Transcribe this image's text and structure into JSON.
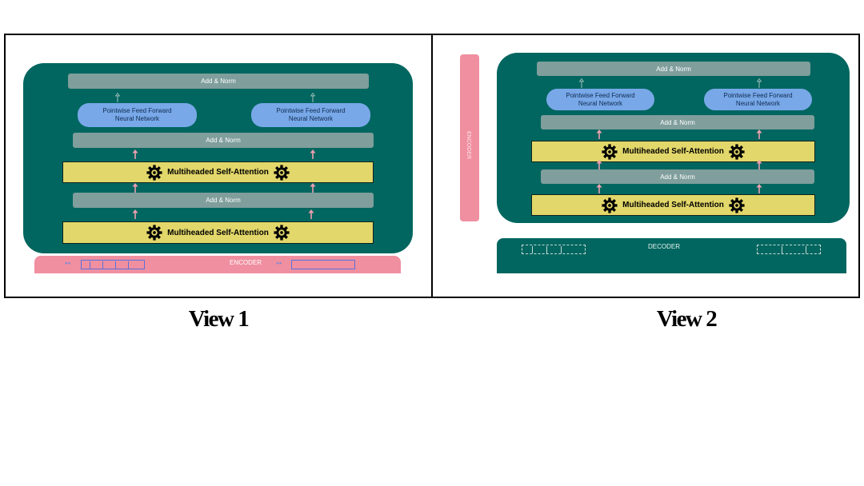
{
  "views": {
    "view1": {
      "caption": "View 1",
      "add_norm_top": "Add & Norm",
      "ffn_left": [
        "Pointwise Feed Forward",
        "Neural Network"
      ],
      "ffn_right": [
        "Pointwise Feed Forward",
        "Neural Network"
      ],
      "add_norm_mid": "Add & Norm",
      "attention_top": "Multiheaded Self-Attention",
      "add_norm_low": "Add & Norm",
      "attention_bottom": "Multiheaded Self-Attention",
      "encoder_label": "ENCODER"
    },
    "view2": {
      "caption": "View 2",
      "add_norm_top": "Add & Norm",
      "ffn_left": [
        "Pointwise Feed Forward",
        "Neural Network"
      ],
      "ffn_right": [
        "Pointwise Feed Forward",
        "Neural Network"
      ],
      "add_norm_mid": "Add & Norm",
      "attention_top": "Multiheaded Self-Attention",
      "add_norm_low": "Add & Norm",
      "attention_bottom": "Multiheaded Self-Attention",
      "side_encoder_label": "ENCODER",
      "decoder_label": "DECODER"
    }
  },
  "colors": {
    "teal": "#00665f",
    "add_norm": "#7f9e9c",
    "ffn": "#78a8e8",
    "attention": "#e2d76a",
    "encoder_bar": "#f08fa0",
    "arrow": "#f0a0b0"
  }
}
